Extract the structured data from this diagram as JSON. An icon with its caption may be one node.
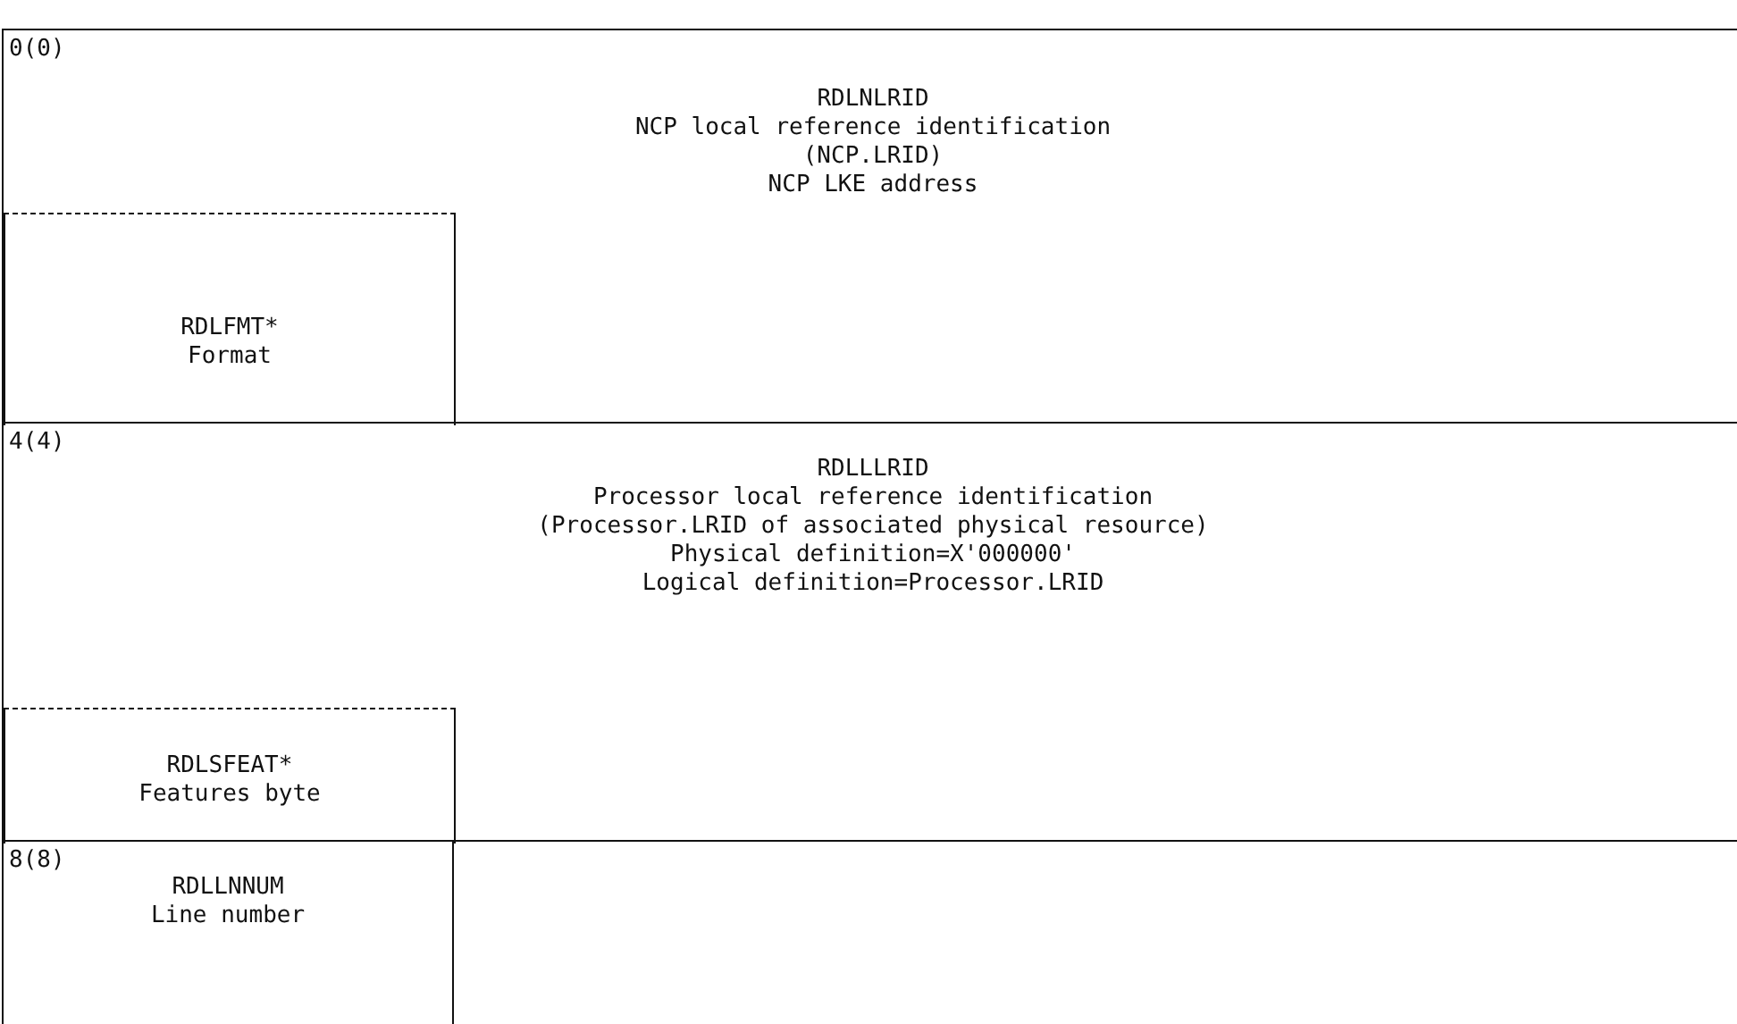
{
  "diagram": {
    "nodes": [
      {
        "text": [
          "0(0)",
          "RDLNLRID",
          "NCP local reference identification (NCP.LRID)",
          "NCP LKE address"
        ]
      },
      {
        "text": [
          "RDLFMT*",
          "Format"
        ],
        "in": 0
      },
      {
        "text": [
          "4(4)",
          "RDLLLRID",
          "Processor local reference identification",
          "(Processor.LRID of associated physical resource)",
          "Physical definition=X'000000'",
          "Logical definition=Processor.LRID"
        ]
      },
      {
        "text": [
          "RDLSFEAT*",
          "Features byte"
        ],
        "in": 2
      },
      {
        "text": [
          "8(8)",
          "RDLLNNUM",
          "Line number"
        ]
      }
    ]
  }
}
